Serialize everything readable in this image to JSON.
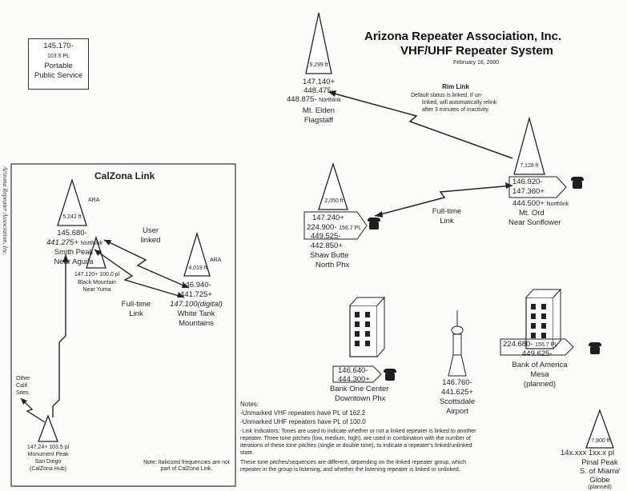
{
  "header": {
    "title_line1": "Arizona Repeater Association, Inc.",
    "title_line2": "VHF/UHF Repeater System",
    "date": "February 16, 2000"
  },
  "portable": {
    "freq": "145.170-",
    "tone": "103.5 PL",
    "line3": "Portable",
    "line4": "Public Service"
  },
  "calzona": {
    "title": "CalZona Link",
    "side_text": "Arizona Repeater Association, Inc.",
    "note": "Note: Italicized frequencies are not part of CalZona Link."
  },
  "sites": {
    "elden": {
      "elev": "9,299 ft",
      "f1": "147.140+",
      "f2": "448.475-",
      "f3": "448.875-",
      "f3_suffix": "Northlink",
      "name1": "Mt. Elden",
      "name2": "Flagstaff"
    },
    "ord": {
      "elev": "7,128 ft",
      "f1": "146.920-",
      "f2": "147.360+",
      "f3": "444.500+",
      "f3_suffix": "Northlink",
      "name1": "Mt. Ord",
      "name2": "Near Sunflower"
    },
    "shaw": {
      "elev": "2,050 ft",
      "f1": "147.240+",
      "f2": "224.900-",
      "f2_suffix": "156.7 PL",
      "f3": "449.525-",
      "f4": "442.850+",
      "name1": "Shaw Butte",
      "name2": "North Phx"
    },
    "scottsdale": {
      "f1": "146.760-",
      "f2": "441.625+",
      "name1": "Scottsdale",
      "name2": "Airport"
    },
    "bankone": {
      "f1": "146.640-",
      "f2": "444.300+",
      "name1": "Bank One Center",
      "name2": "Downtown Phx"
    },
    "boa": {
      "f1": "224.680-",
      "f1_suffix": "156.7 PL",
      "f2": "449.625-",
      "name1": "Bank of America",
      "name2": "Mesa",
      "name3": "(planned)"
    },
    "pinal": {
      "elev": "7,800 ft",
      "f1": "14x.xxx 1xx.x pl",
      "name1": "Pinal Peak",
      "name2": "S. of Miami/",
      "name3": "Globe",
      "name4": "(planned)"
    },
    "smith": {
      "tag": "ARA",
      "elev": "5,242 ft",
      "f1": "145.680-",
      "f2": "441.275+",
      "f2_suffix": "Northlink",
      "name1": "Smith Peak",
      "name2": "Near Aguila"
    },
    "whitetank": {
      "tag": "ARA",
      "elev": "4,019 ft",
      "f1": "146.940-",
      "f2": "441.725+",
      "f3": "147.100(digital)",
      "name1": "White Tank",
      "name2": "Mountains"
    },
    "black": {
      "f1": "147.120+ 100.0 pl",
      "name1": "Black Mountain",
      "name2": "Near Yuma"
    },
    "monument": {
      "f1": "147.24+ 103.5 pl",
      "name1": "Monument Peak",
      "name2": "San Diego",
      "name3": "(CalZona Hub)"
    }
  },
  "links": {
    "rim_title": "Rim Link",
    "rim_desc1": "Default status is linked. If un-",
    "rim_desc2": "linked, will automatically relink",
    "rim_desc3": "after 3 minutes of inactivity.",
    "fulltime_right1": "Full-time",
    "fulltime_right2": "Link",
    "user1": "User",
    "user2": "linked",
    "fulltime_left1": "Full-time",
    "fulltime_left2": "Link",
    "other1": "Other",
    "other2": "Calif.",
    "other3": "Sites"
  },
  "notes": {
    "title": "Notes:",
    "n1": "-Unmarked VHF repeaters have PL of 162.2",
    "n2": "-Unmarked UHF repeaters have PL of 100.0",
    "n3a": "-Link Indicators: Tones are used to indicate whether or not a linked repeater is linked to another",
    "n3b": "repeater.  Three tone pitches (low, medium, high), are used in combination with the number of",
    "n3c": "iterations of these tone pitches (single or double tone), to indicate a repeater's linked/unlinked",
    "n3d": "state.",
    "n4a": "These tone pitches/sequences are different, depending on the linked repeater group, which",
    "n4b": "repeater in the group is listening, and whether the listening repeater is linked or unlinked."
  }
}
